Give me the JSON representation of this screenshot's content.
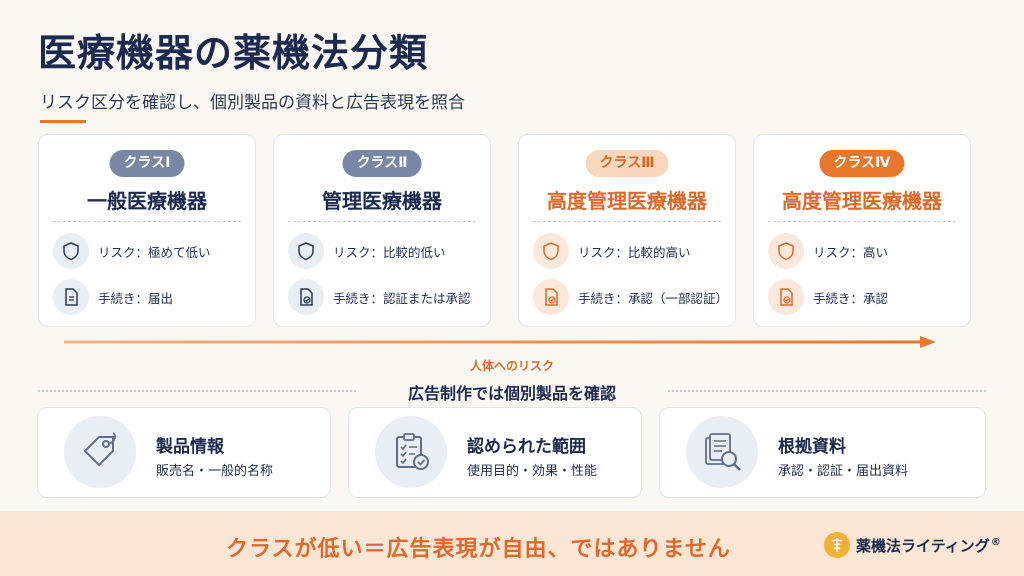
{
  "header": {
    "title": "医療機器の薬機法分類",
    "subtitle": "リスク区分を確認し、個別製品の資料と広告表現を照合"
  },
  "classes": [
    {
      "badge": "クラスⅠ",
      "name": "一般医療機器",
      "risk": "リスク：極めて低い",
      "procedure": "手続き：届出"
    },
    {
      "badge": "クラスⅡ",
      "name": "管理医療機器",
      "risk": "リスク：比較的低い",
      "procedure": "手続き：認証または承認"
    },
    {
      "badge": "クラスⅢ",
      "name": "高度管理医療機器",
      "risk": "リスク：比較的高い",
      "procedure": "手続き：承認（一部認証）"
    },
    {
      "badge": "クラスⅣ",
      "name": "高度管理医療機器",
      "risk": "リスク：高い",
      "procedure": "手続き：承認"
    }
  ],
  "arrow_label": "人体へのリスク",
  "section_title": "広告制作では個別製品を確認",
  "checks": [
    {
      "title": "製品情報",
      "detail": "販売名・一般的名称",
      "icon": "tag-icon"
    },
    {
      "title": "認められた範囲",
      "detail": "使用目的・効果・性能",
      "icon": "checklist-icon"
    },
    {
      "title": "根拠資料",
      "detail": "承認・認証・届出資料",
      "icon": "document-search-icon"
    }
  ],
  "footer": {
    "message": "クラスが低い＝広告表現が自由、ではありません",
    "brand": "薬機法ライティング",
    "registered": "®"
  },
  "colors": {
    "navy": "#1c2a4f",
    "accent_orange": "#e8772e",
    "background": "#fbf8f3",
    "footer_band": "#fbe6d6",
    "badge_gray": "#7887a3"
  }
}
